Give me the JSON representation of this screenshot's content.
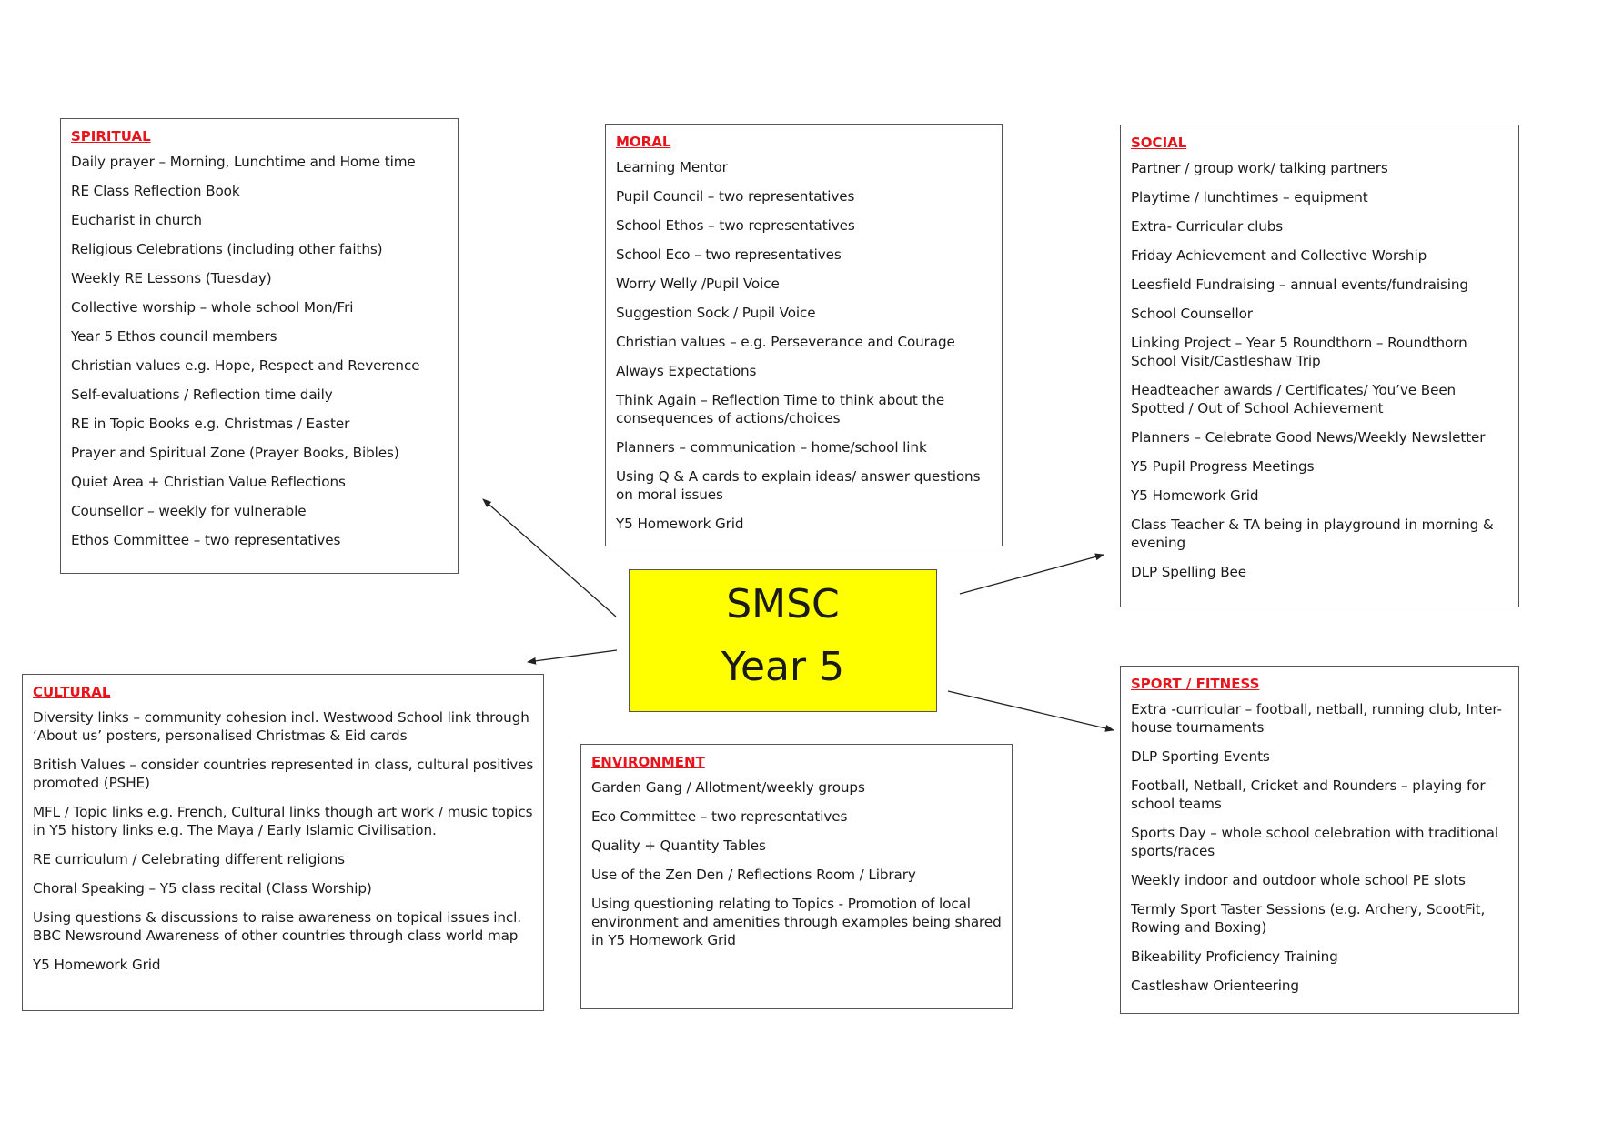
{
  "centre": {
    "line1": "SMSC",
    "line2": "Year 5"
  },
  "spiritual": {
    "title": "SPIRITUAL",
    "items": [
      "Daily prayer – Morning, Lunchtime and Home time",
      "RE Class Reflection Book",
      "Eucharist in church",
      "Religious Celebrations (including other faiths)",
      "Weekly RE Lessons (Tuesday)",
      "Collective worship – whole school Mon/Fri",
      "Year 5 Ethos council members",
      "Christian values e.g. Hope, Respect and Reverence",
      "Self-evaluations / Reflection time daily",
      "RE in Topic Books e.g. Christmas / Easter",
      "Prayer and Spiritual Zone (Prayer Books, Bibles)",
      "Quiet Area + Christian Value Reflections",
      "Counsellor – weekly for vulnerable",
      "Ethos Committee – two representatives"
    ]
  },
  "moral": {
    "title": "MORAL",
    "items": [
      "Learning Mentor",
      "Pupil Council – two representatives",
      "School Ethos – two representatives",
      "School Eco – two representatives",
      "Worry Welly /Pupil Voice",
      "Suggestion Sock / Pupil Voice",
      "Christian values – e.g. Perseverance and Courage",
      "Always Expectations",
      "Think Again – Reflection Time to think about the consequences of actions/choices",
      "Planners – communication – home/school link",
      "Using Q & A cards to explain ideas/ answer questions on moral issues",
      "Y5 Homework Grid"
    ]
  },
  "social": {
    "title": "SOCIAL",
    "items": [
      "Partner / group work/ talking partners",
      "Playtime / lunchtimes – equipment",
      "Extra- Curricular clubs",
      "Friday Achievement and Collective Worship",
      "Leesfield Fundraising – annual events/fundraising",
      "School Counsellor",
      "Linking Project – Year 5 Roundthorn – Roundthorn School Visit/Castleshaw Trip",
      "Headteacher awards / Certificates/ You’ve Been Spotted / Out of School Achievement",
      "Planners – Celebrate Good News/Weekly Newsletter",
      "Y5 Pupil Progress Meetings",
      "Y5 Homework Grid",
      "Class Teacher & TA being in playground in morning & evening",
      "DLP Spelling Bee"
    ]
  },
  "cultural": {
    "title": "CULTURAL",
    "items": [
      "Diversity links – community cohesion incl. Westwood School link through ‘About us’ posters, personalised Christmas & Eid cards",
      "British Values – consider countries represented in class, cultural positives promoted (PSHE)",
      "MFL / Topic links e.g. French, Cultural links though art work / music topics in Y5 history links e.g. The Maya / Early Islamic Civilisation.",
      "RE curriculum / Celebrating different religions",
      "Choral Speaking – Y5 class recital (Class Worship)",
      "Using questions & discussions to raise awareness on topical issues incl. BBC Newsround Awareness of other countries through class world map",
      "Y5 Homework Grid"
    ]
  },
  "environment": {
    "title": "ENVIRONMENT",
    "items": [
      "Garden Gang / Allotment/weekly groups",
      "Eco Committee – two representatives",
      "Quality + Quantity Tables",
      "Use of the Zen Den / Reflections Room / Library",
      "Using questioning relating to Topics - Promotion of local environment and amenities through examples being shared in Y5 Homework Grid"
    ]
  },
  "sport": {
    "title": "SPORT / FITNESS",
    "items": [
      "Extra -curricular – football, netball, running club, Inter- house tournaments",
      "DLP Sporting Events",
      "Football, Netball, Cricket and Rounders  – playing for school teams",
      "Sports Day – whole school celebration with traditional sports/races",
      "Weekly indoor and outdoor whole school PE slots",
      "Termly Sport Taster Sessions (e.g. Archery, ScootFit, Rowing and Boxing)",
      "Bikeability Proficiency Training",
      "Castleshaw Orienteering"
    ]
  }
}
